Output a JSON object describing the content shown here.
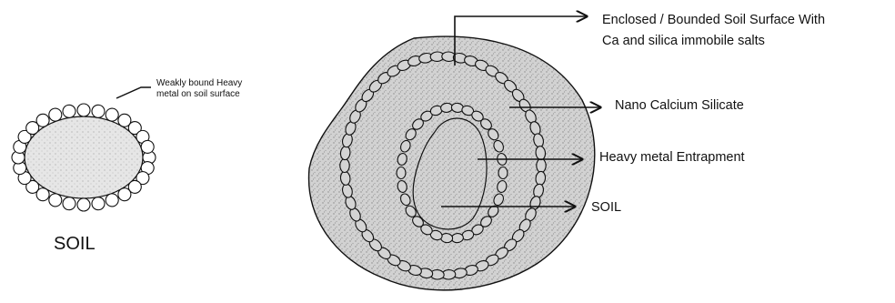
{
  "left_panel": {
    "note_line1": "Weakly bound Heavy",
    "note_line2": "metal on soil surface",
    "soil_label": "SOIL"
  },
  "right_panel": {
    "label_enclosed_line1": "Enclosed / Bounded Soil Surface With",
    "label_enclosed_line2": "Ca and silica immobile salts",
    "label_nano": "Nano Calcium Silicate",
    "label_entrapment": "Heavy metal Entrapment",
    "label_soil": "SOIL"
  },
  "colors": {
    "stroke": "#111111",
    "soil_fill": "#c9c9c9",
    "bead_fill": "#d4d4d4",
    "left_bead_fill": "#ffffff"
  }
}
